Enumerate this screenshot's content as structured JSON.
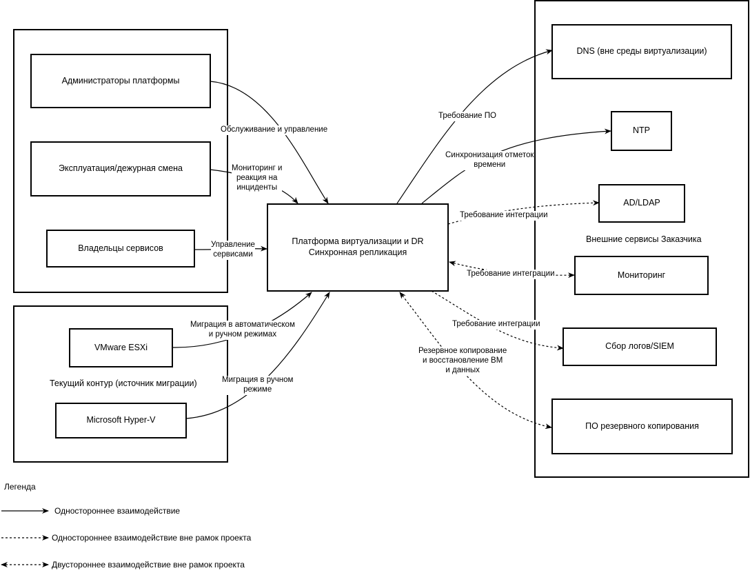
{
  "groups": {
    "customer_caption": "Внешние сервисы Заказчика",
    "source_caption": "Текущий контур (источник миграции)"
  },
  "nodes": {
    "admins": "Администраторы платформы",
    "ops": "Эксплуатация/дежурная смена",
    "owners": "Владельцы сервисов",
    "esxi": "VMware ESXi",
    "hyperv": "Microsoft Hyper-V",
    "platform_line1": "Платформа виртуализации и DR",
    "platform_line2": "Синхронная репликация",
    "dns": "DNS (вне среды виртуализации)",
    "ntp": "NTP",
    "ad": "AD/LDAP",
    "monitoring": "Мониторинг",
    "siem": "Сбор логов/SIEM",
    "backup": "ПО резервного копирования"
  },
  "edges": {
    "admins": "Обслуживание и управление",
    "ops_l1": "Мониторинг и",
    "ops_l2": "реакция на",
    "ops_l3": "инциденты",
    "owners_l1": "Управление",
    "owners_l2": "сервисами",
    "esxi_l1": "Миграция в автоматическом",
    "esxi_l2": "и ручном режимах",
    "hyperv_l1": "Миграция в ручном",
    "hyperv_l2": "режиме",
    "dns": "Требование ПО",
    "ntp_l1": "Синхронизация отметок",
    "ntp_l2": "времени",
    "ad": "Требование интеграции",
    "monitoring": "Требование интеграции",
    "siem": "Требование интеграции",
    "backup_l1": "Резервное копирование",
    "backup_l2": "и восстановление ВМ",
    "backup_l3": "и данных"
  },
  "legend": {
    "title": "Легенда",
    "solid": "Одностороннее взаимодействие",
    "dashed_one_way": "Одностороннее взаимодействие вне рамок проекта",
    "dashed_two_way": "Двустороннее взаимодействие вне рамок проекта"
  }
}
